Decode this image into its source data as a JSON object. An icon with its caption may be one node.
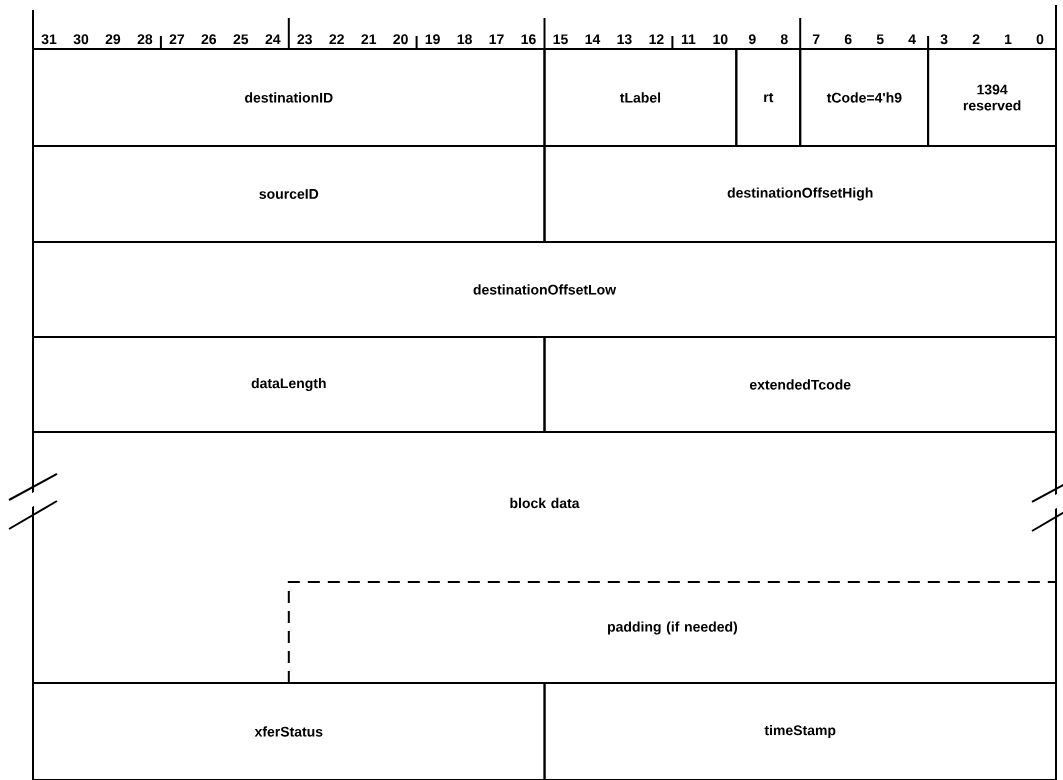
{
  "diagram": {
    "nodes": [
      {
        "text": [
          "destinationID"
        ]
      },
      {
        "text": [
          "tLabel"
        ]
      },
      {
        "text": [
          "rt"
        ]
      },
      {
        "text": [
          "tCode=4'h9"
        ]
      },
      {
        "text": [
          "1394 reserved"
        ]
      },
      {
        "text": [
          "sourceID"
        ]
      },
      {
        "text": [
          "destinationOffsetHigh"
        ]
      },
      {
        "text": [
          "destinationOffsetLow"
        ]
      },
      {
        "text": [
          "dataLength"
        ]
      },
      {
        "text": [
          "extendedTcode"
        ]
      },
      {
        "text": [
          "block data"
        ]
      },
      {
        "text": [
          "padding (if needed)"
        ],
        "in": 10
      },
      {
        "text": [
          "xferStatus"
        ]
      },
      {
        "text": [
          "timeStamp"
        ]
      }
    ],
    "labels": [
      "31",
      "30",
      "29",
      "28",
      "27",
      "26",
      "25",
      "24",
      "23",
      "22",
      "21",
      "20",
      "19",
      "18",
      "17",
      "16",
      "15",
      "14",
      "13",
      "12",
      "11",
      "10",
      "9",
      "8",
      "7",
      "6",
      "5",
      "4",
      "3",
      "2",
      "1",
      "0"
    ]
  }
}
